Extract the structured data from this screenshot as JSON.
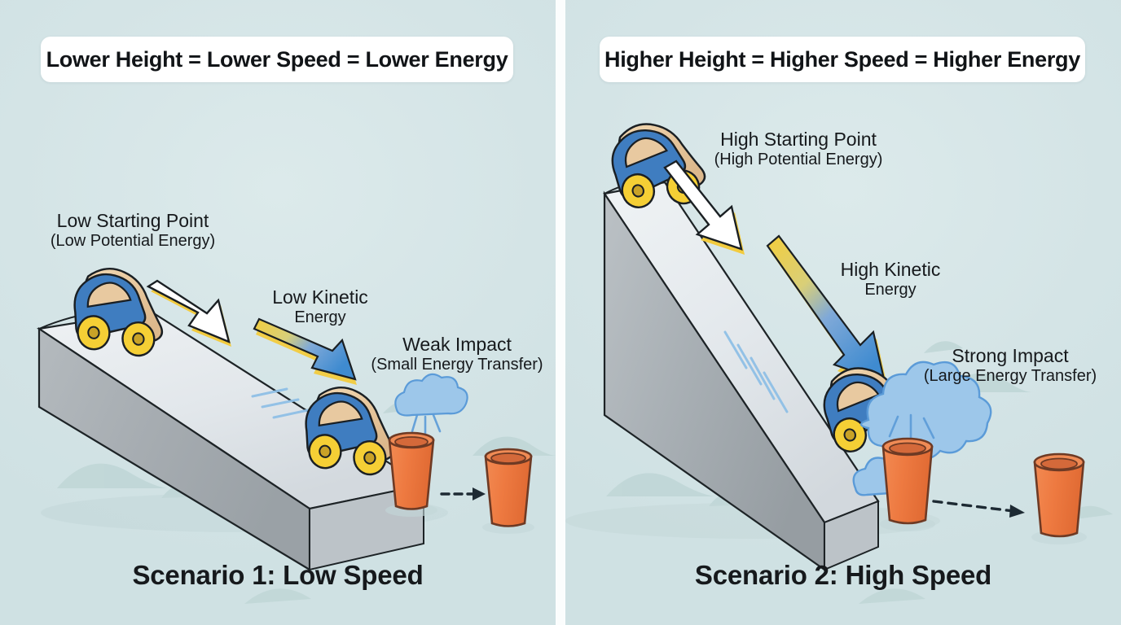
{
  "figure": {
    "background_color": "#d6e5e7",
    "divider_color": "#fbfdfd"
  },
  "palette": {
    "background": "#d6e5e7",
    "hill_decor": "#b9d3d3",
    "ramp_top": "#e2e7ea",
    "ramp_side": "#a8aeb2",
    "ramp_outline": "#1d2326",
    "car_body": "#3f7dc0",
    "car_wood": "#e8c9a0",
    "car_wheel": "#f5cf35",
    "outline": "#1a1f23",
    "bucket": "#ef7a43",
    "bucket_outline": "#6e3a24",
    "impact_cloud": "#6ba4df",
    "arrow_white": "#ffffff",
    "arrow_shadow": "#f2cb3e",
    "ke_arrow_tail": "#f2cb3e",
    "ke_arrow_head": "#3f8bd0",
    "speed_line": "#8fc0e6",
    "text": "#16191c"
  },
  "panels": [
    {
      "id": "low-speed",
      "header": "Lower Height = Lower Speed = Lower Energy",
      "caption": "Scenario 1: Low Speed",
      "ramp": {
        "height_label": "low",
        "steepness": "shallow"
      },
      "annotations": [
        {
          "name": "starting-point",
          "line1": "Low Starting Point",
          "line2": "(Low Potential Energy)"
        },
        {
          "name": "kinetic-energy",
          "line1": "Low Kinetic",
          "line2": "Energy"
        },
        {
          "name": "impact",
          "line1": "Weak Impact",
          "line2": "(Small Energy Transfer)"
        }
      ],
      "objects": {
        "cars": 2,
        "buckets": 2,
        "impact_cloud_size": "small",
        "displacement_arrow": "short-dashed"
      }
    },
    {
      "id": "high-speed",
      "header": "Higher Height = Higher Speed = Higher Energy",
      "caption": "Scenario 2: High Speed",
      "ramp": {
        "height_label": "high",
        "steepness": "steep"
      },
      "annotations": [
        {
          "name": "starting-point",
          "line1": "High Starting Point",
          "line2": "(High Potential Energy)"
        },
        {
          "name": "kinetic-energy",
          "line1": "High Kinetic",
          "line2": "Energy"
        },
        {
          "name": "impact",
          "line1": "Strong Impact",
          "line2": "(Large Energy Transfer)"
        }
      ],
      "objects": {
        "cars": 2,
        "buckets": 2,
        "impact_cloud_size": "large",
        "displacement_arrow": "long-dashed"
      }
    }
  ]
}
